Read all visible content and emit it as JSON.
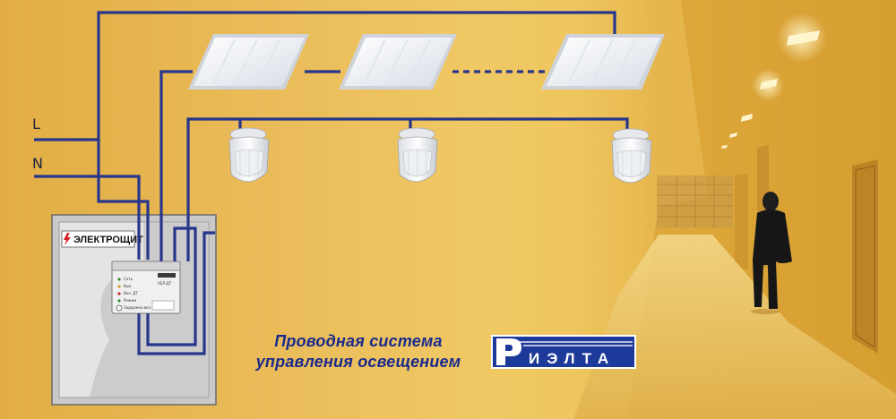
{
  "wires": {
    "phase_label": "L",
    "neutral_label": "N"
  },
  "panel": {
    "label": "ЭЛЕКТРОЩИТ"
  },
  "relay": {
    "labels": [
      "Сеть",
      "Вых.",
      "Вкл. ДТ",
      "Режим",
      "Задержка вкл."
    ],
    "model": "УБЛ-ДТ"
  },
  "caption": {
    "line1": "Проводная система",
    "line2": "управления освещением"
  },
  "logo": {
    "text": "ИЭЛТА",
    "letter": "Р"
  },
  "colors": {
    "wire": "#27368c",
    "logo": "#1d3a9a",
    "caption": "#1a2a8c",
    "background": "#e9b84a"
  },
  "icons": [
    "lightning-icon",
    "ceiling-lamp-icon",
    "motion-sensor-icon",
    "person-icon"
  ]
}
